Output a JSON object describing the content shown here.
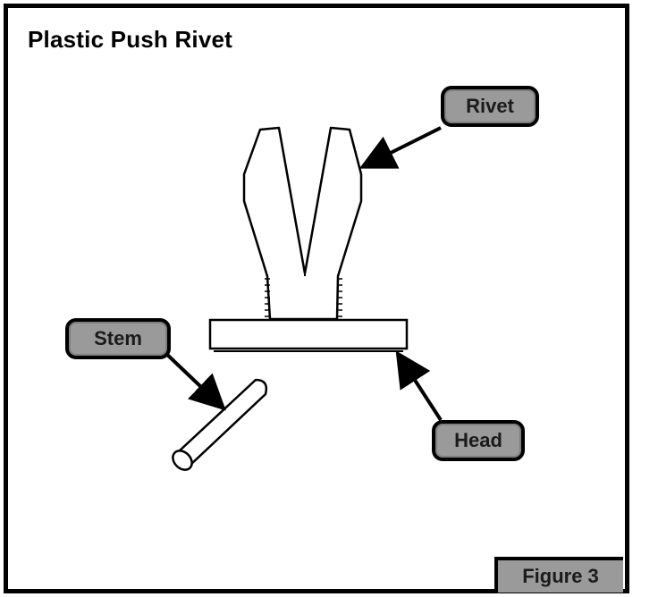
{
  "title": "Plastic Push Rivet",
  "callouts": {
    "rivet": "Rivet",
    "stem": "Stem",
    "head": "Head"
  },
  "figure_label": "Figure 3",
  "colors": {
    "frame": "#000000",
    "callout_fill": "#9a9a9a",
    "part_fill": "#ffffff"
  }
}
